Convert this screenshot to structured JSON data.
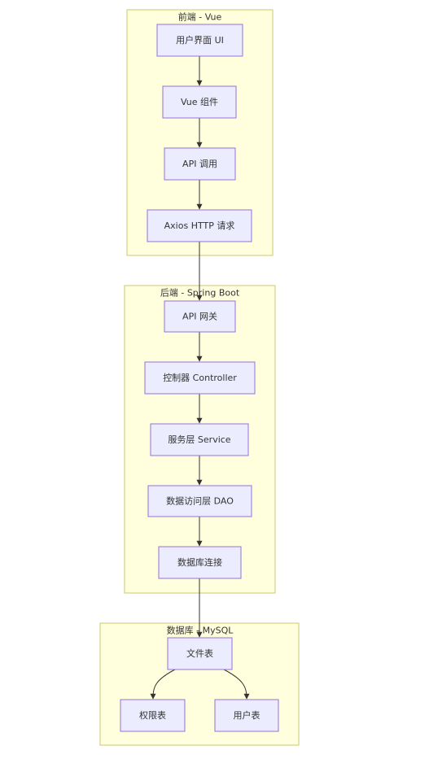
{
  "colors": {
    "cluster_fill": "#ffffde",
    "cluster_stroke": "#c8c86e",
    "node_fill": "#ececff",
    "node_stroke": "#9370db",
    "edge": "#333333",
    "text": "#333333"
  },
  "clusters": {
    "frontend": {
      "label": "前端 - Vue"
    },
    "backend": {
      "label": "后端 - Spring Boot"
    },
    "database": {
      "label": "数据库 - MySQL"
    }
  },
  "nodes": {
    "ui": {
      "label": "用户界面 UI"
    },
    "vue": {
      "label": "Vue 组件"
    },
    "api_call": {
      "label": "API 调用"
    },
    "axios": {
      "label": "Axios HTTP 请求"
    },
    "gateway": {
      "label": "API 网关"
    },
    "controller": {
      "label": "控制器 Controller"
    },
    "service": {
      "label": "服务层 Service"
    },
    "dao": {
      "label": "数据访问层 DAO"
    },
    "db_conn": {
      "label": "数据库连接"
    },
    "file_table": {
      "label": "文件表"
    },
    "perm_table": {
      "label": "权限表"
    },
    "user_table": {
      "label": "用户表"
    }
  },
  "edges": [
    {
      "from": "ui",
      "to": "vue"
    },
    {
      "from": "vue",
      "to": "api_call"
    },
    {
      "from": "api_call",
      "to": "axios"
    },
    {
      "from": "axios",
      "to": "gateway"
    },
    {
      "from": "gateway",
      "to": "controller"
    },
    {
      "from": "controller",
      "to": "service"
    },
    {
      "from": "service",
      "to": "dao"
    },
    {
      "from": "dao",
      "to": "db_conn"
    },
    {
      "from": "db_conn",
      "to": "file_table"
    },
    {
      "from": "file_table",
      "to": "perm_table"
    },
    {
      "from": "file_table",
      "to": "user_table"
    }
  ]
}
